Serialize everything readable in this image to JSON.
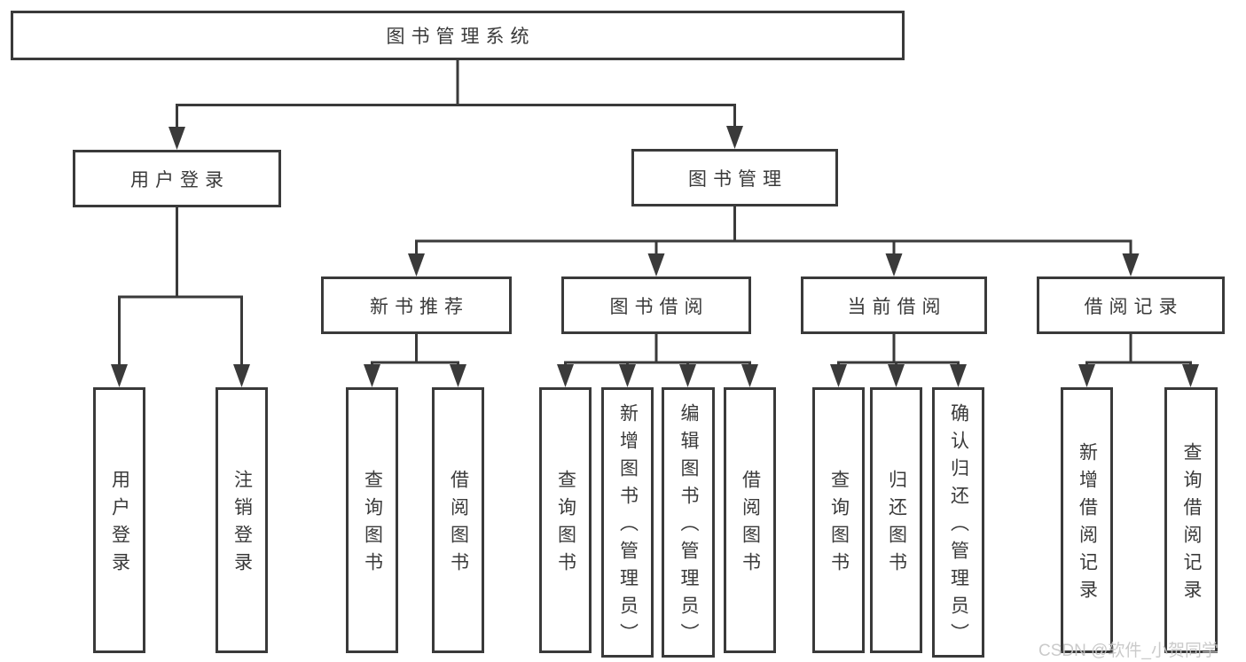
{
  "colors": {
    "line": "#3a3a3a",
    "text": "#3a3a3a",
    "background": "#ffffff",
    "watermark": "#c6c6c6"
  },
  "watermark": "CSDN @软件_小贺同学",
  "tree": {
    "root": "图书管理系统",
    "login": {
      "label": "用户登录",
      "children": [
        "用户登录",
        "注销登录"
      ]
    },
    "mgmt": {
      "label": "图书管理"
    },
    "recommend": {
      "label": "新书推荐",
      "children": [
        "查询图书",
        "借阅图书"
      ]
    },
    "borrow": {
      "label": "图书借阅",
      "children": [
        "查询图书",
        "新增图书（管理员）",
        "编辑图书（管理员）",
        "借阅图书"
      ]
    },
    "current": {
      "label": "当前借阅",
      "children": [
        "查询图书",
        "归还图书",
        "确认归还（管理员）"
      ]
    },
    "records": {
      "label": "借阅记录",
      "children": [
        "新增借阅记录",
        "查询借阅记录"
      ]
    }
  }
}
